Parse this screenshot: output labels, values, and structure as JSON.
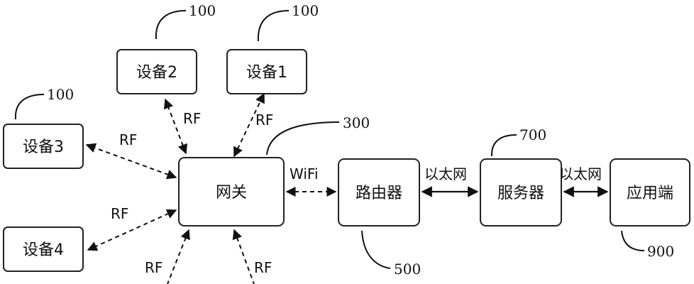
{
  "nodes": {
    "device2": "设备2",
    "device1": "设备1",
    "device3": "设备3",
    "device4": "设备4",
    "gateway": "网关",
    "router": "路由器",
    "server": "服务器",
    "app": "应用端"
  },
  "refs": {
    "device2": "100",
    "device1": "100",
    "device3": "100",
    "gateway": "300",
    "router": "500",
    "server": "700",
    "app": "900"
  },
  "edges": {
    "rf_device2": "RF",
    "rf_device1": "RF",
    "rf_device3": "RF",
    "rf_device4": "RF",
    "rf_bottom_left": "RF",
    "rf_bottom_right": "RF",
    "wifi": "WiFi",
    "ethernet_router_server": "以太网",
    "ethernet_server_app": "以太网"
  }
}
